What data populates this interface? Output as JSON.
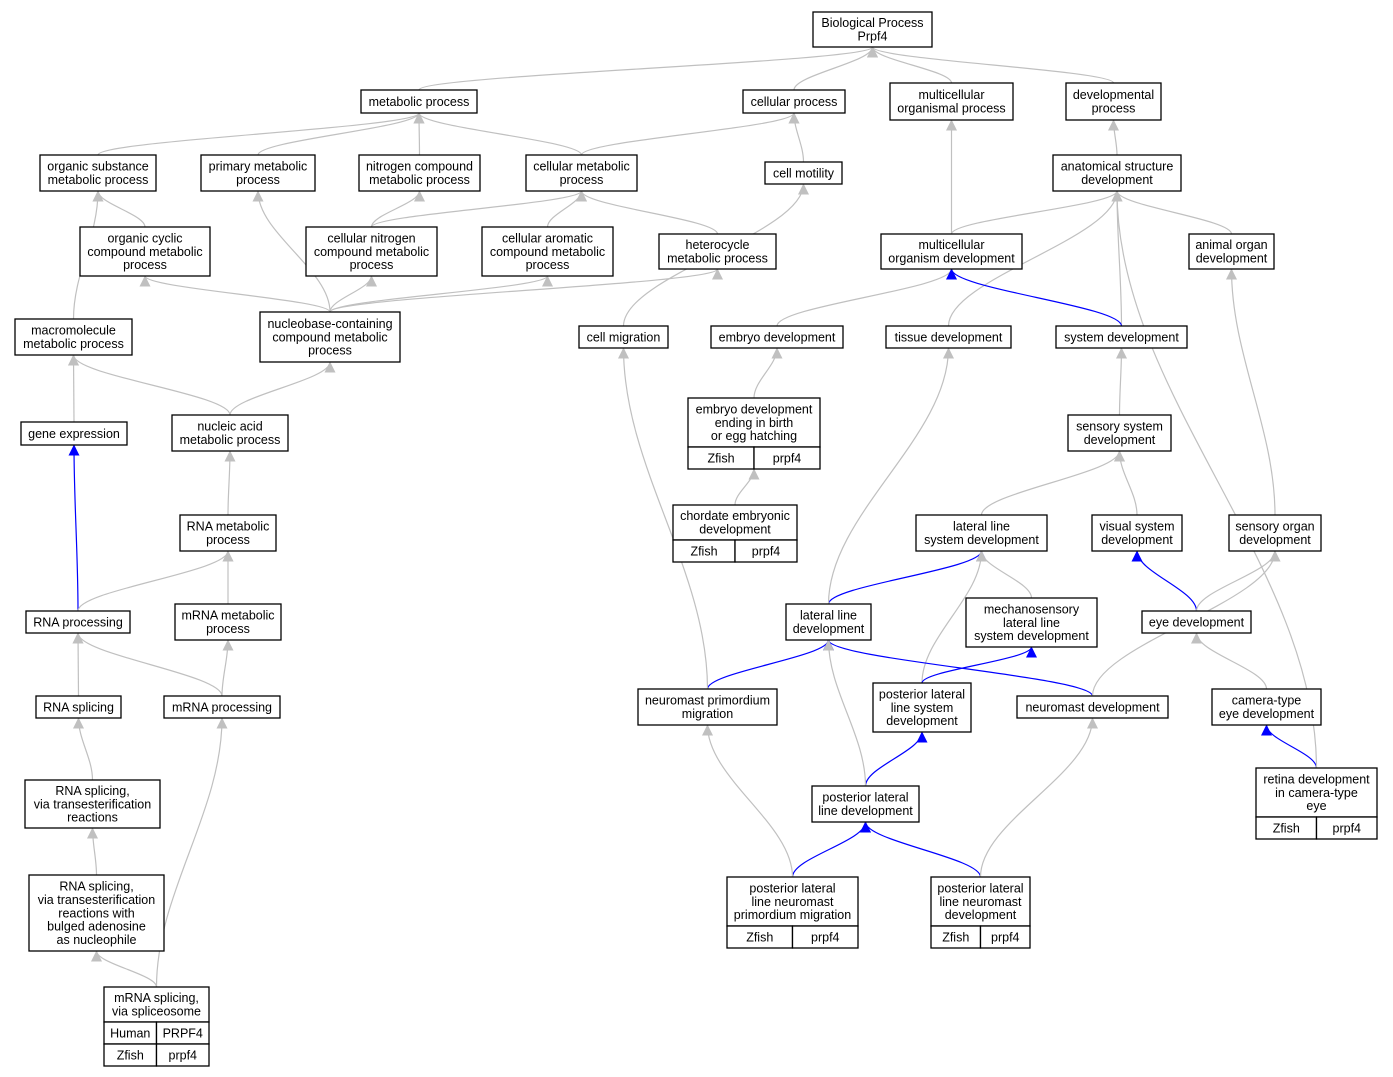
{
  "colors": {
    "edge_gray": "#c0c0c0",
    "edge_blue": "#0000ff",
    "zfish": "#6495ed",
    "human": "#ff6347",
    "node_fill": "#ffffff",
    "node_stroke": "#000000"
  },
  "nodes": {
    "bp": {
      "lines": [
        "Biological Process",
        "Prpf4"
      ]
    },
    "meta": {
      "lines": [
        "metabolic process"
      ]
    },
    "cell": {
      "lines": [
        "cellular process"
      ]
    },
    "multi": {
      "lines": [
        "multicellular",
        "organismal process"
      ]
    },
    "dev": {
      "lines": [
        "developmental",
        "process"
      ]
    },
    "osm": {
      "lines": [
        "organic substance",
        "metabolic process"
      ]
    },
    "pm": {
      "lines": [
        "primary metabolic",
        "process"
      ]
    },
    "ncm": {
      "lines": [
        "nitrogen compound",
        "metabolic process"
      ]
    },
    "cm": {
      "lines": [
        "cellular metabolic",
        "process"
      ]
    },
    "cmot": {
      "lines": [
        "cell motility"
      ]
    },
    "asd": {
      "lines": [
        "anatomical structure",
        "development"
      ]
    },
    "occ": {
      "lines": [
        "organic cyclic",
        "compound metabolic",
        "process"
      ]
    },
    "cnc": {
      "lines": [
        "cellular nitrogen",
        "compound metabolic",
        "process"
      ]
    },
    "cac": {
      "lines": [
        "cellular aromatic",
        "compound metabolic",
        "process"
      ]
    },
    "het": {
      "lines": [
        "heterocycle",
        "metabolic process"
      ]
    },
    "mod": {
      "lines": [
        "multicellular",
        "organism development"
      ]
    },
    "aod": {
      "lines": [
        "animal organ",
        "development"
      ]
    },
    "mac": {
      "lines": [
        "macromolecule",
        "metabolic process"
      ]
    },
    "nbc": {
      "lines": [
        "nucleobase-containing",
        "compound metabolic",
        "process"
      ]
    },
    "cmig": {
      "lines": [
        "cell migration"
      ]
    },
    "emb": {
      "lines": [
        "embryo development"
      ]
    },
    "tis": {
      "lines": [
        "tissue development"
      ]
    },
    "sys": {
      "lines": [
        "system development"
      ]
    },
    "gex": {
      "lines": [
        "gene expression"
      ]
    },
    "nam": {
      "lines": [
        "nucleic acid",
        "metabolic process"
      ]
    },
    "ebh": {
      "lines": [
        "embryo development",
        "ending in birth",
        "or egg hatching"
      ],
      "annots": [
        [
          {
            "species": "Zfish",
            "gene": "prpf4"
          }
        ]
      ]
    },
    "ssd": {
      "lines": [
        "sensory system",
        "development"
      ]
    },
    "rmp": {
      "lines": [
        "RNA metabolic",
        "process"
      ]
    },
    "ced": {
      "lines": [
        "chordate embryonic",
        "development"
      ],
      "annots": [
        [
          {
            "species": "Zfish",
            "gene": "prpf4"
          }
        ]
      ]
    },
    "llsd": {
      "lines": [
        "lateral line",
        "system development"
      ]
    },
    "vsd": {
      "lines": [
        "visual system",
        "development"
      ]
    },
    "sod": {
      "lines": [
        "sensory organ",
        "development"
      ]
    },
    "rnap": {
      "lines": [
        "RNA processing"
      ]
    },
    "mrmp": {
      "lines": [
        "mRNA metabolic",
        "process"
      ]
    },
    "lld": {
      "lines": [
        "lateral line",
        "development"
      ]
    },
    "msll": {
      "lines": [
        "mechanosensory",
        "lateral line",
        "system development"
      ]
    },
    "eye": {
      "lines": [
        "eye development"
      ]
    },
    "rspl": {
      "lines": [
        "RNA splicing"
      ]
    },
    "mrnap": {
      "lines": [
        "mRNA processing"
      ]
    },
    "npm": {
      "lines": [
        "neuromast primordium",
        "migration"
      ]
    },
    "plls": {
      "lines": [
        "posterior lateral",
        "line system",
        "development"
      ]
    },
    "neu": {
      "lines": [
        "neuromast development"
      ]
    },
    "cte": {
      "lines": [
        "camera-type",
        "eye development"
      ]
    },
    "rst": {
      "lines": [
        "RNA splicing,",
        "via transesterification",
        "reactions"
      ]
    },
    "rdc": {
      "lines": [
        "retina development",
        "in camera-type",
        "eye"
      ],
      "annots": [
        [
          {
            "species": "Zfish",
            "gene": "prpf4"
          }
        ]
      ]
    },
    "plld": {
      "lines": [
        "posterior lateral",
        "line development"
      ]
    },
    "rsb": {
      "lines": [
        "RNA splicing,",
        "via transesterification",
        "reactions with",
        "bulged adenosine",
        "as nucleophile"
      ]
    },
    "pnpm": {
      "lines": [
        "posterior lateral",
        "line neuromast",
        "primordium migration"
      ],
      "annots": [
        [
          {
            "species": "Zfish",
            "gene": "prpf4"
          }
        ]
      ]
    },
    "pnd": {
      "lines": [
        "posterior lateral",
        "line neuromast",
        "development"
      ],
      "annots": [
        [
          {
            "species": "Zfish",
            "gene": "prpf4"
          }
        ]
      ]
    },
    "mrs": {
      "lines": [
        "mRNA splicing,",
        "via spliceosome"
      ],
      "annots": [
        [
          {
            "species": "Human",
            "gene": "PRPF4"
          }
        ],
        [
          {
            "species": "Zfish",
            "gene": "prpf4"
          }
        ]
      ]
    }
  },
  "edges": [
    {
      "from": "meta",
      "to": "bp",
      "color": "gray"
    },
    {
      "from": "cell",
      "to": "bp",
      "color": "gray"
    },
    {
      "from": "multi",
      "to": "bp",
      "color": "gray"
    },
    {
      "from": "dev",
      "to": "bp",
      "color": "gray"
    },
    {
      "from": "osm",
      "to": "meta",
      "color": "gray"
    },
    {
      "from": "pm",
      "to": "meta",
      "color": "gray"
    },
    {
      "from": "ncm",
      "to": "meta",
      "color": "gray"
    },
    {
      "from": "cm",
      "to": "meta",
      "color": "gray"
    },
    {
      "from": "cm",
      "to": "cell",
      "color": "gray"
    },
    {
      "from": "cmot",
      "to": "cell",
      "color": "gray"
    },
    {
      "from": "asd",
      "to": "dev",
      "color": "gray"
    },
    {
      "from": "occ",
      "to": "osm",
      "color": "gray"
    },
    {
      "from": "cnc",
      "to": "ncm",
      "color": "gray"
    },
    {
      "from": "cnc",
      "to": "cm",
      "color": "gray"
    },
    {
      "from": "cac",
      "to": "cm",
      "color": "gray"
    },
    {
      "from": "het",
      "to": "cm",
      "color": "gray"
    },
    {
      "from": "mod",
      "to": "multi",
      "color": "gray"
    },
    {
      "from": "mod",
      "to": "asd",
      "color": "gray"
    },
    {
      "from": "aod",
      "to": "asd",
      "color": "gray"
    },
    {
      "from": "mac",
      "to": "osm",
      "color": "gray"
    },
    {
      "from": "nbc",
      "to": "occ",
      "color": "gray"
    },
    {
      "from": "nbc",
      "to": "cnc",
      "color": "gray"
    },
    {
      "from": "nbc",
      "to": "cac",
      "color": "gray"
    },
    {
      "from": "nbc",
      "to": "het",
      "color": "gray"
    },
    {
      "from": "nbc",
      "to": "pm",
      "color": "gray"
    },
    {
      "from": "cmig",
      "to": "cmot",
      "color": "gray"
    },
    {
      "from": "emb",
      "to": "mod",
      "color": "gray"
    },
    {
      "from": "tis",
      "to": "asd",
      "color": "gray"
    },
    {
      "from": "sys",
      "to": "asd",
      "color": "gray"
    },
    {
      "from": "sys",
      "to": "mod",
      "color": "blue"
    },
    {
      "from": "gex",
      "to": "mac",
      "color": "gray"
    },
    {
      "from": "nam",
      "to": "mac",
      "color": "gray"
    },
    {
      "from": "nam",
      "to": "nbc",
      "color": "gray"
    },
    {
      "from": "ebh",
      "to": "emb",
      "color": "gray"
    },
    {
      "from": "ssd",
      "to": "sys",
      "color": "gray"
    },
    {
      "from": "rmp",
      "to": "nam",
      "color": "gray"
    },
    {
      "from": "ced",
      "to": "ebh",
      "color": "gray"
    },
    {
      "from": "llsd",
      "to": "ssd",
      "color": "gray"
    },
    {
      "from": "vsd",
      "to": "ssd",
      "color": "gray"
    },
    {
      "from": "sod",
      "to": "aod",
      "color": "gray"
    },
    {
      "from": "rnap",
      "to": "gex",
      "color": "blue"
    },
    {
      "from": "rnap",
      "to": "rmp",
      "color": "gray"
    },
    {
      "from": "mrmp",
      "to": "rmp",
      "color": "gray"
    },
    {
      "from": "lld",
      "to": "llsd",
      "color": "blue"
    },
    {
      "from": "lld",
      "to": "tis",
      "color": "gray"
    },
    {
      "from": "msll",
      "to": "llsd",
      "color": "gray"
    },
    {
      "from": "eye",
      "to": "vsd",
      "color": "blue"
    },
    {
      "from": "eye",
      "to": "sod",
      "color": "gray"
    },
    {
      "from": "rspl",
      "to": "rnap",
      "color": "gray"
    },
    {
      "from": "mrnap",
      "to": "rnap",
      "color": "gray"
    },
    {
      "from": "mrnap",
      "to": "mrmp",
      "color": "gray"
    },
    {
      "from": "npm",
      "to": "lld",
      "color": "blue"
    },
    {
      "from": "npm",
      "to": "cmig",
      "color": "gray"
    },
    {
      "from": "plls",
      "to": "llsd",
      "color": "gray"
    },
    {
      "from": "plls",
      "to": "msll",
      "color": "blue"
    },
    {
      "from": "neu",
      "to": "lld",
      "color": "blue"
    },
    {
      "from": "neu",
      "to": "sod",
      "color": "gray"
    },
    {
      "from": "cte",
      "to": "eye",
      "color": "gray"
    },
    {
      "from": "rst",
      "to": "rspl",
      "color": "gray"
    },
    {
      "from": "rdc",
      "to": "cte",
      "color": "blue"
    },
    {
      "from": "rdc",
      "to": "asd",
      "color": "gray"
    },
    {
      "from": "plld",
      "to": "plls",
      "color": "blue"
    },
    {
      "from": "plld",
      "to": "lld",
      "color": "gray"
    },
    {
      "from": "rsb",
      "to": "rst",
      "color": "gray"
    },
    {
      "from": "pnpm",
      "to": "plld",
      "color": "blue"
    },
    {
      "from": "pnpm",
      "to": "npm",
      "color": "gray"
    },
    {
      "from": "pnd",
      "to": "plld",
      "color": "blue"
    },
    {
      "from": "pnd",
      "to": "neu",
      "color": "gray"
    },
    {
      "from": "mrs",
      "to": "rsb",
      "color": "gray"
    },
    {
      "from": "mrs",
      "to": "mrnap",
      "color": "gray"
    }
  ]
}
